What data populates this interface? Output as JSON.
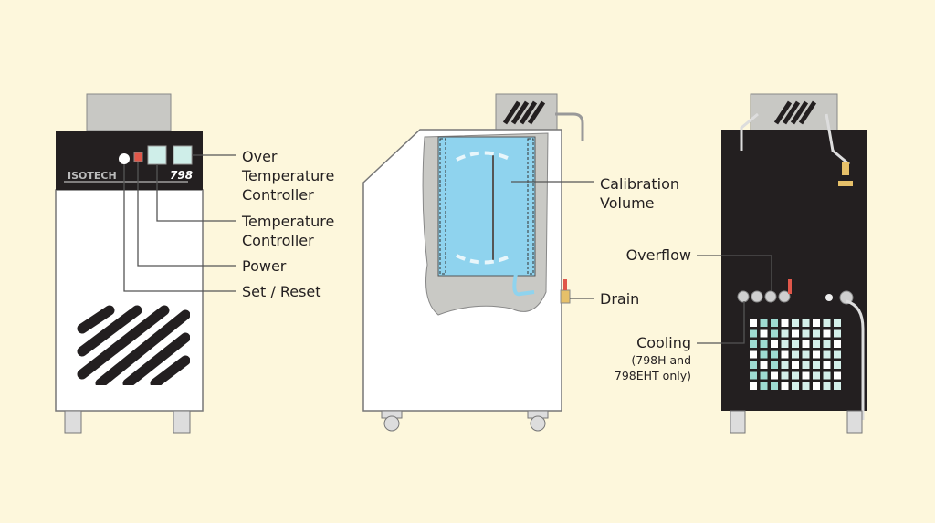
{
  "background_color": "#fdf7dc",
  "front_unit": {
    "brand_logo": "ISOTECH",
    "model": "798",
    "labels": {
      "over_temp_1": "Over",
      "over_temp_2": "Temperature",
      "over_temp_3": "Controller",
      "temp_ctrl_1": "Temperature",
      "temp_ctrl_2": "Controller",
      "power": "Power",
      "set_reset": "Set / Reset"
    }
  },
  "side_unit": {
    "labels": {
      "calibration_1": "Calibration",
      "calibration_2": "Volume",
      "drain": "Drain"
    },
    "liquid_color": "#8fd3ee"
  },
  "rear_unit": {
    "labels": {
      "overflow": "Overflow",
      "cooling": "Cooling",
      "cooling_note_1": "(798H and",
      "cooling_note_2": "798EHT only)"
    }
  }
}
